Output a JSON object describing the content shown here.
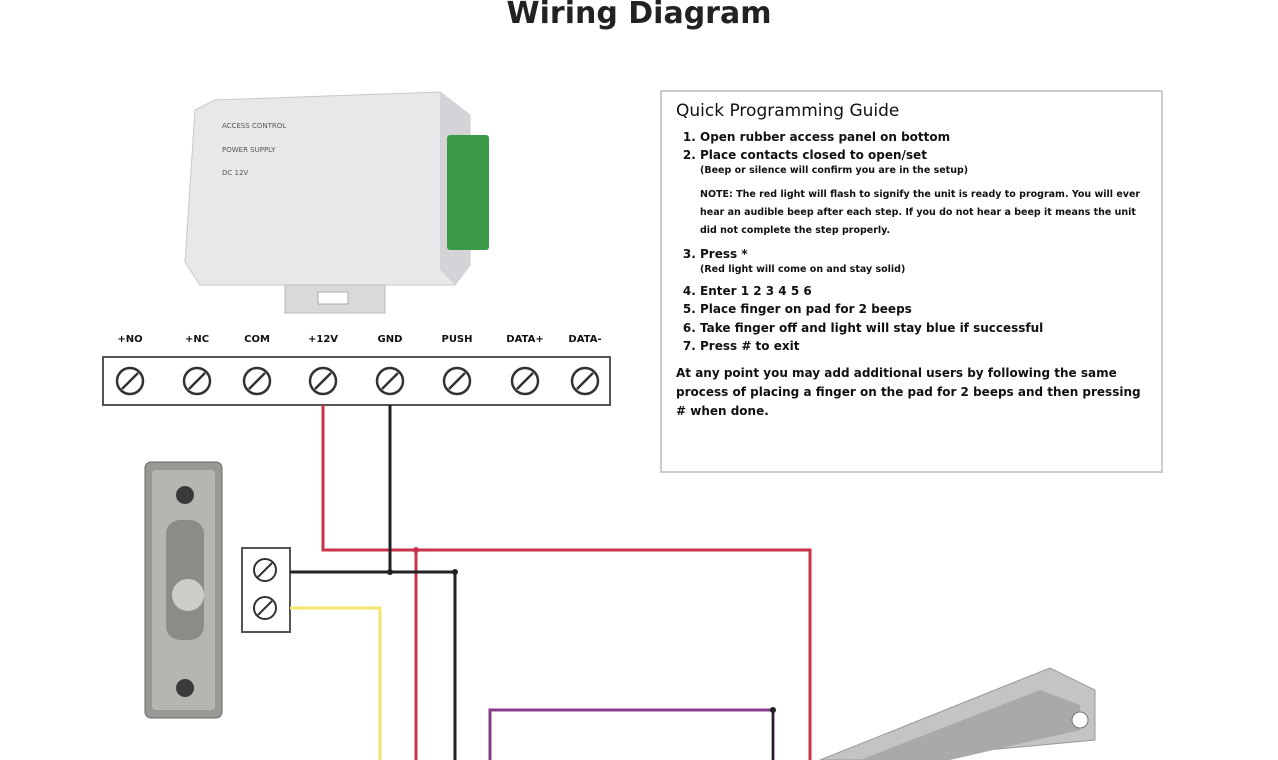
{
  "title": "Wiring Diagram",
  "controller": {
    "label_lines": [
      "ACCESS CONTROL",
      "POWER SUPPLY",
      "DC 12V"
    ]
  },
  "terminals": [
    "+NO",
    "+NC",
    "COM",
    "+12V",
    "GND",
    "PUSH",
    "DATA+",
    "DATA-"
  ],
  "guide": {
    "heading": "Quick Programming Guide",
    "steps": [
      {
        "text": "Open rubber access panel on bottom"
      },
      {
        "text": "Place contacts closed to open/set",
        "sub": "(Beep or silence will confirm you are in the setup)"
      },
      {
        "text": "Press *",
        "sub": "(Red light will come on and stay solid)"
      },
      {
        "text": "Enter 1 2 3 4 5 6"
      },
      {
        "text": "Place finger on pad for 2 beeps"
      },
      {
        "text": "Take finger off and light will stay blue if successful"
      },
      {
        "text": "Press # to exit"
      }
    ],
    "note": "NOTE: The red light will flash to signify the unit is ready to program. You will ever hear an audible beep after each step. If you do not hear a beep it means the unit did not complete the step properly.",
    "footer": "At any point you may add additional users by following the same process of placing a finger on the pad for 2 beeps and then pressing # when done."
  },
  "colors": {
    "red_wire": "#c8324a",
    "black_wire": "#222222",
    "yellow_wire": "#f2e66a",
    "purple_wire": "#8a3c8a"
  }
}
